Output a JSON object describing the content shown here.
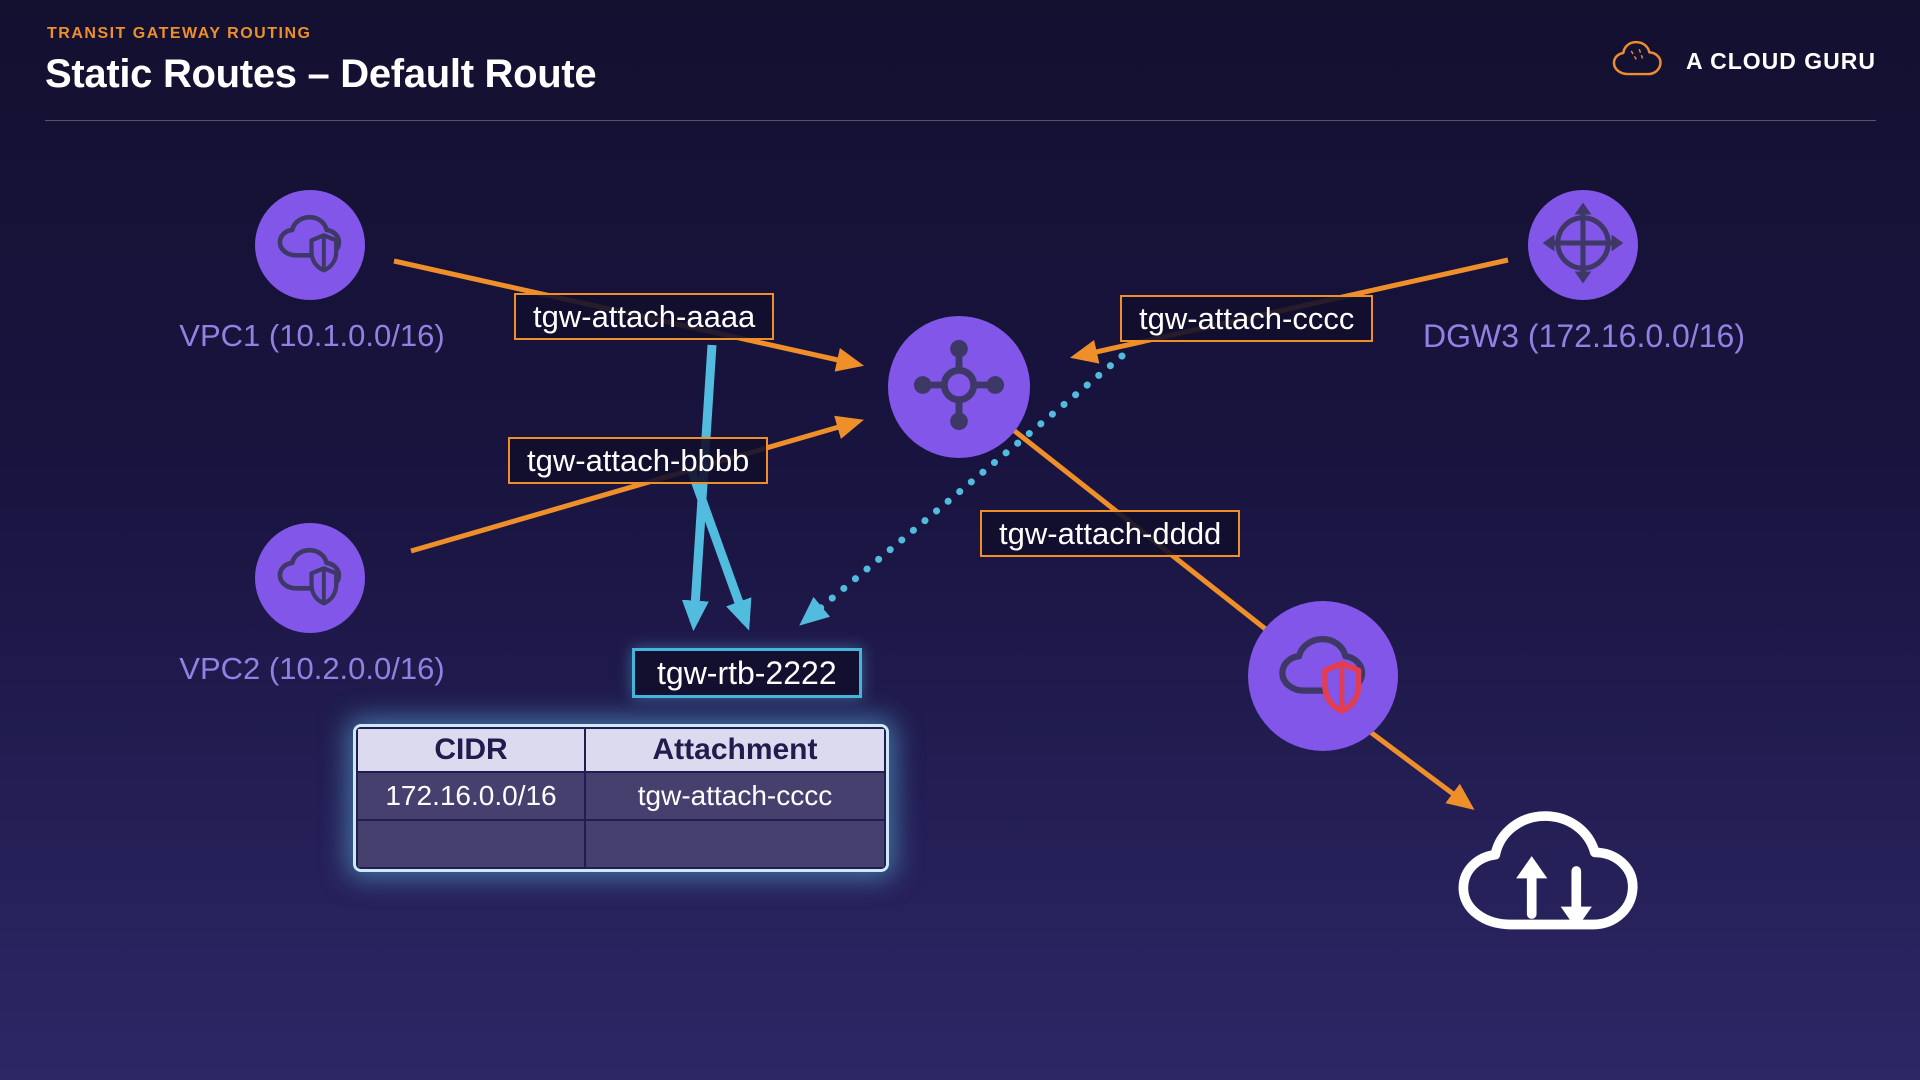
{
  "header": {
    "eyebrow": "TRANSIT GATEWAY ROUTING",
    "title": "Static Routes – Default Route"
  },
  "brand": {
    "name": "A CLOUD GURU"
  },
  "nodes": {
    "vpc1": {
      "label": "VPC1 (10.1.0.0/16)"
    },
    "vpc2": {
      "label": "VPC2 (10.2.0.0/16)"
    },
    "dgw3": {
      "label": "DGW3 (172.16.0.0/16)"
    }
  },
  "attachments": {
    "aaaa": {
      "label": "tgw-attach-aaaa"
    },
    "bbbb": {
      "label": "tgw-attach-bbbb"
    },
    "cccc": {
      "label": "tgw-attach-cccc"
    },
    "dddd": {
      "label": "tgw-attach-dddd"
    }
  },
  "route_table": {
    "title": "tgw-rtb-2222",
    "columns": [
      "CIDR",
      "Attachment"
    ],
    "rows": [
      [
        "172.16.0.0/16",
        "tgw-attach-cccc"
      ],
      [
        "",
        ""
      ]
    ]
  },
  "icons": {
    "vpc1": "cloud-shield-icon",
    "vpc2": "cloud-shield-icon",
    "dgw3": "gateway-arrows-icon",
    "tgw": "transit-gateway-hub-icon",
    "egress_vpc": "cloud-red-shield-icon",
    "internet": "cloud-updown-arrows-icon",
    "brand": "acg-cloud-icon"
  },
  "theme": {
    "background_top": "#131030",
    "background_bottom": "#2d2766",
    "accent_orange": "#ee8f2a",
    "node_purple": "#8156e8",
    "glyph_navy": "#3e3866",
    "label_purple": "#9181e3",
    "arrow_cyan": "#52bcdf",
    "rtb_border_cyan": "#45b5dc",
    "table_header_bg": "#dcdaef",
    "table_row_bg": "#46406f",
    "red_shield": "#e23d52"
  }
}
